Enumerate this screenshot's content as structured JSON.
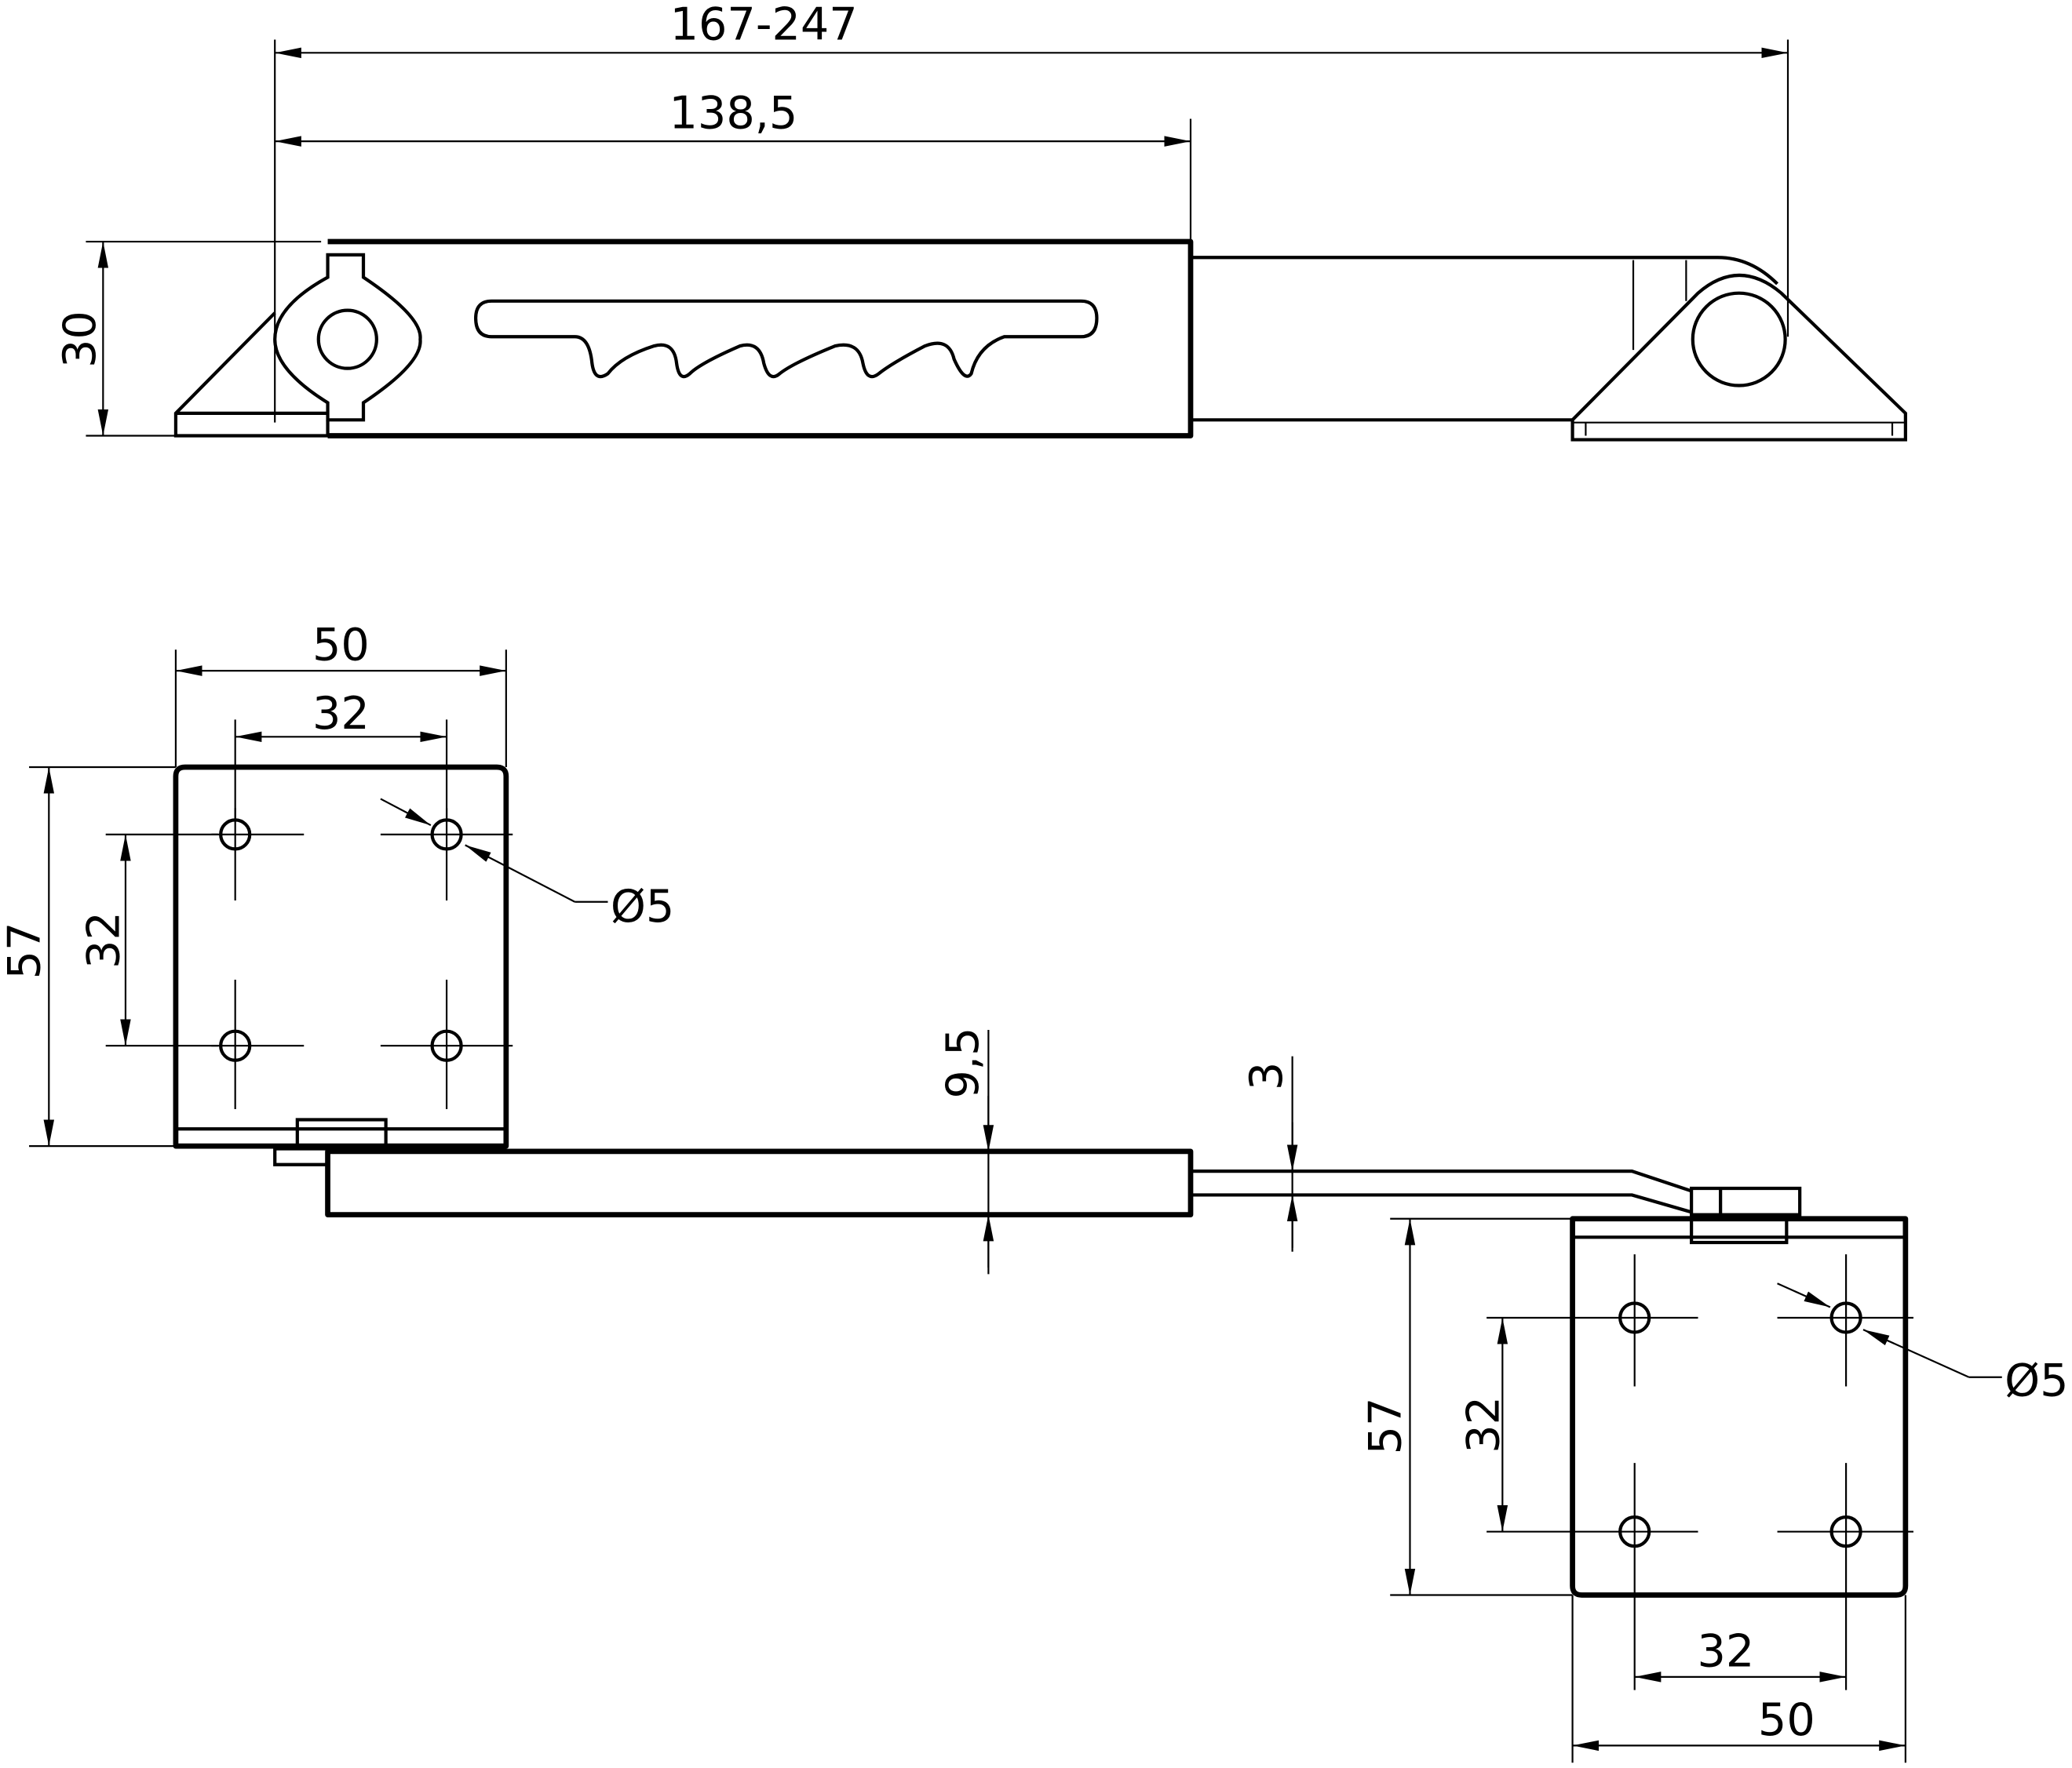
{
  "drawing": {
    "top_view": {
      "overall_length": "167-247",
      "body_length": "138,5",
      "height": "30"
    },
    "left_plate": {
      "width": "50",
      "hole_spacing_x": "32",
      "height": "57",
      "hole_spacing_y": "32",
      "hole_diameter": "Ø5"
    },
    "arm": {
      "arm_thickness": "9,5",
      "rod_thickness": "3"
    },
    "right_plate": {
      "width": "50",
      "hole_spacing_x": "32",
      "height": "57",
      "hole_spacing_y": "32",
      "hole_diameter": "Ø5"
    }
  }
}
